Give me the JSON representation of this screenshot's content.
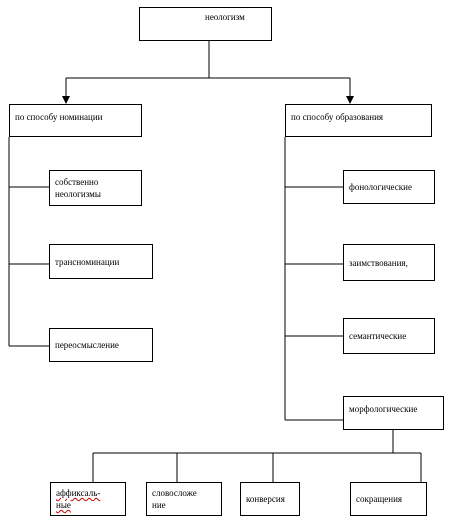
{
  "diagram": {
    "root": {
      "label": "неологизм"
    },
    "left_branch": {
      "label": "по способу номинации",
      "children": [
        {
          "label": "собственно\nнеологизмы"
        },
        {
          "label": "трансноминации"
        },
        {
          "label": "переосмысление"
        }
      ]
    },
    "right_branch": {
      "label": "по способу образования",
      "children": [
        {
          "label": "фонологические"
        },
        {
          "label": "заимствования,"
        },
        {
          "label": "семантические"
        },
        {
          "label": "морфологические"
        }
      ]
    },
    "morph_children": [
      {
        "label": "аффиксаль-\nные"
      },
      {
        "label": "словосложе\nние"
      },
      {
        "label": "конверсия"
      },
      {
        "label": "сокращения"
      }
    ],
    "colors": {
      "line": "#000000",
      "spellcheck_underline": "#cc0000"
    }
  }
}
